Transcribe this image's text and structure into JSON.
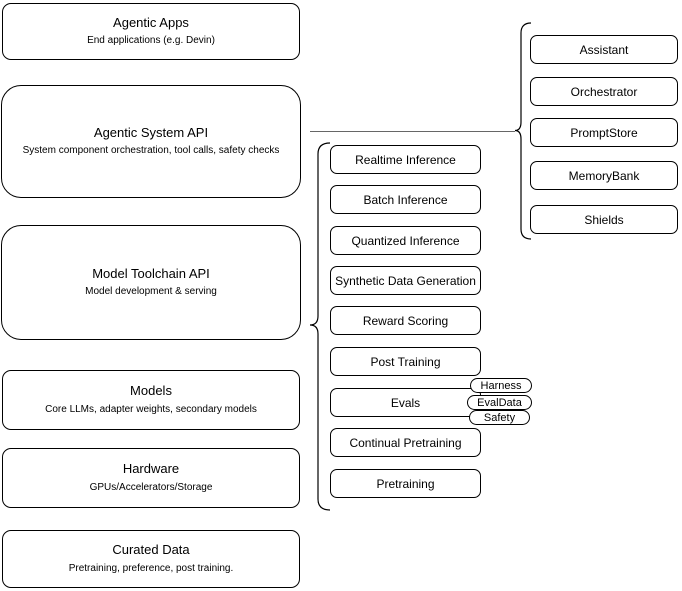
{
  "diagram": {
    "left_column": {
      "boxes": [
        {
          "title": "Agentic Apps",
          "subtitle": "End applications (e.g. Devin)"
        },
        {
          "title": "Agentic System API",
          "subtitle": "System component orchestration, tool calls, safety checks"
        },
        {
          "title": "Model Toolchain API",
          "subtitle": "Model development & serving"
        },
        {
          "title": "Models",
          "subtitle": "Core LLMs, adapter weights, secondary models"
        },
        {
          "title": "Hardware",
          "subtitle": "GPUs/Accelerators/Storage"
        },
        {
          "title": "Curated Data",
          "subtitle": "Pretraining, preference, post training."
        }
      ]
    },
    "middle_column": {
      "boxes": [
        {
          "label": "Realtime Inference"
        },
        {
          "label": "Batch Inference"
        },
        {
          "label": "Quantized Inference"
        },
        {
          "label": "Synthetic Data Generation"
        },
        {
          "label": "Reward Scoring"
        },
        {
          "label": "Post Training"
        },
        {
          "label": "Evals"
        },
        {
          "label": "Continual Pretraining"
        },
        {
          "label": "Pretraining"
        }
      ],
      "evals_tags": [
        {
          "label": "Harness"
        },
        {
          "label": "EvalData"
        },
        {
          "label": "Safety"
        }
      ]
    },
    "right_column": {
      "boxes": [
        {
          "label": "Assistant"
        },
        {
          "label": "Orchestrator"
        },
        {
          "label": "PromptStore"
        },
        {
          "label": "MemoryBank"
        },
        {
          "label": "Shields"
        }
      ]
    },
    "colors": {
      "stroke": "#000000",
      "background": "#ffffff",
      "connector": "#666666"
    }
  }
}
